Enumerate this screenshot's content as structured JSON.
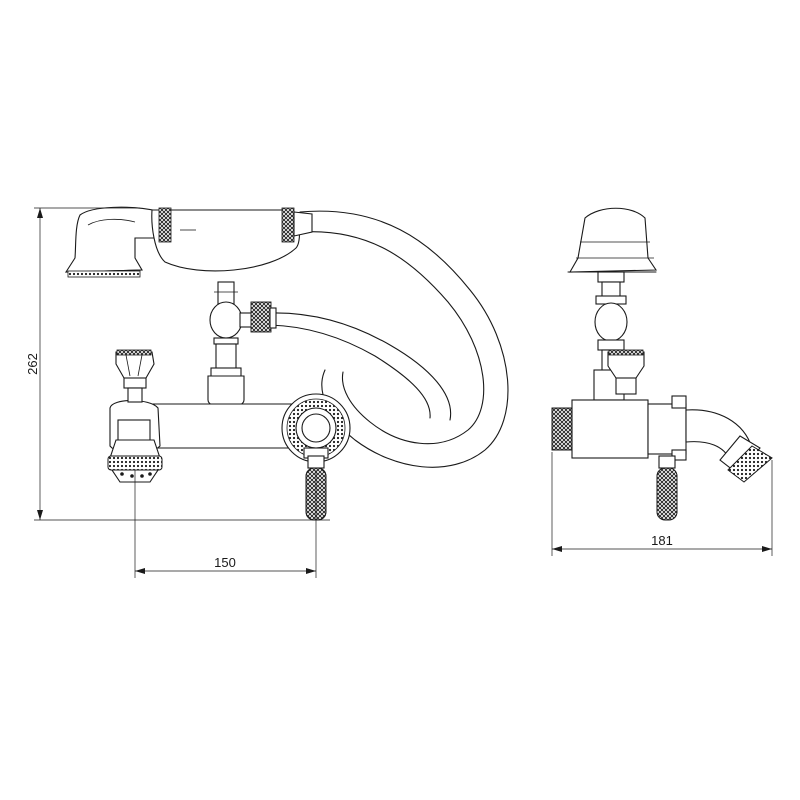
{
  "dimensions": {
    "height": "262",
    "width_front": "150",
    "width_side": "181"
  },
  "colors": {
    "line": "#1a1a1a",
    "background": "#ffffff"
  }
}
